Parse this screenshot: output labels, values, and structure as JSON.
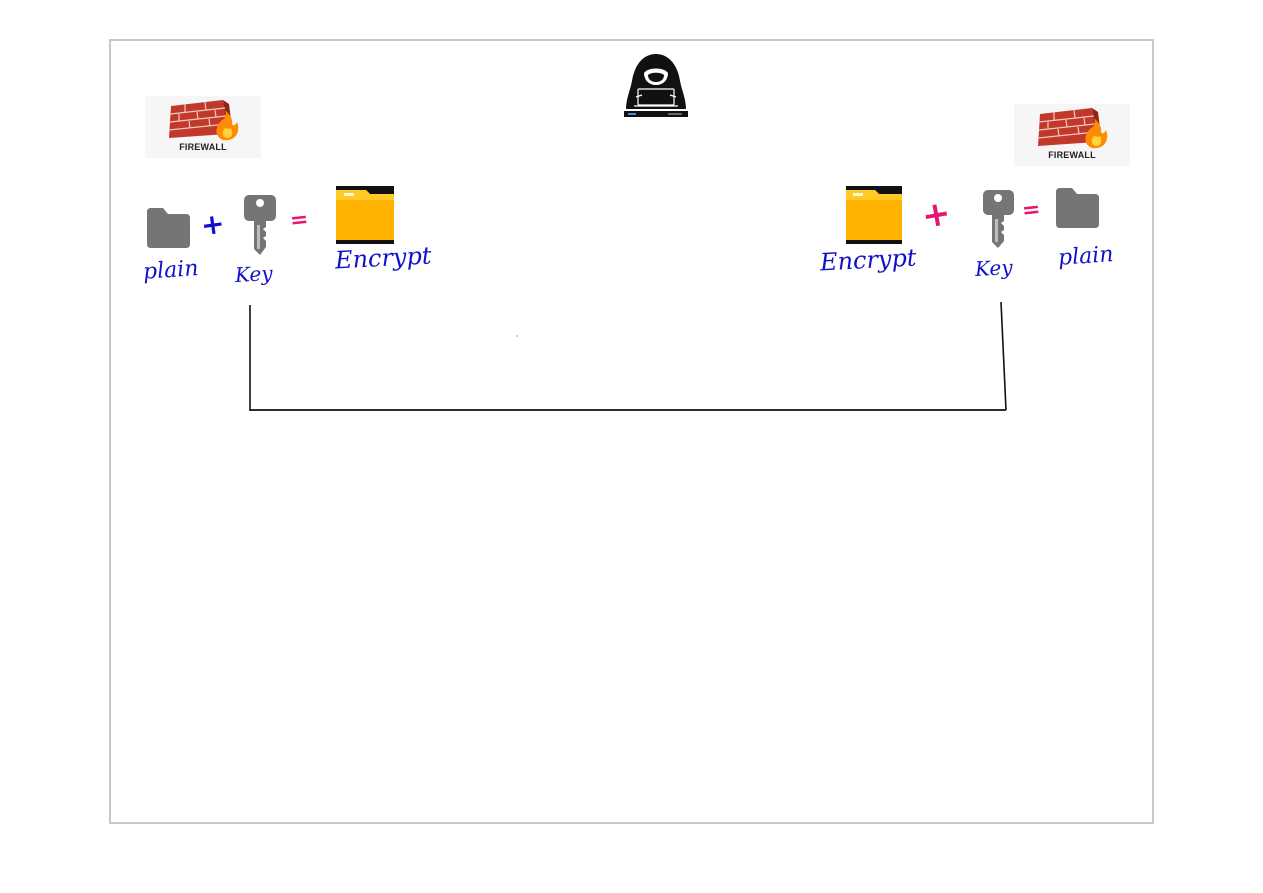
{
  "firewall_left": {
    "label": "FIREWALL"
  },
  "firewall_right": {
    "label": "FIREWALL"
  },
  "sender": {
    "plain_label": "plain",
    "plus": "+",
    "key_label": "Key",
    "equals": "=",
    "encrypt_label": "Encrypt"
  },
  "receiver": {
    "encrypt_label": "Encrypt",
    "plus": "+",
    "key_label": "Key",
    "equals": "=",
    "plain_label": "plain"
  },
  "colors": {
    "ink_blue": "#1010c8",
    "ink_magenta": "#e8146e",
    "folder_gray": "#757575",
    "folder_yellow": "#ffc400",
    "brick": "#c0392b",
    "frame_border": "#c8c8c8"
  },
  "icons": [
    "firewall-icon",
    "hacker-icon",
    "folder-icon",
    "key-icon",
    "encrypted-folder-icon"
  ]
}
